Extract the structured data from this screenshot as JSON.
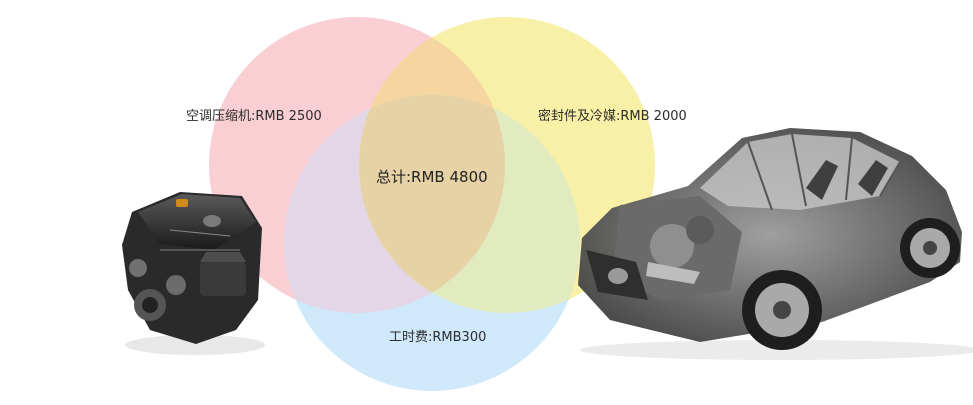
{
  "venn": {
    "sets": [
      {
        "label": "空调压缩机:RMB 2500",
        "color": "#f9cfd3"
      },
      {
        "label": "密封件及冷媒:RMB 2000",
        "color": "#f8f0a6"
      },
      {
        "label": "工时费:RMB300",
        "color": "#cfe9fa"
      }
    ],
    "overlap_colors": {
      "pink_yellow": "#f6d6a0",
      "pink_blue": "#e3d6e6",
      "yellow_blue": "#e2ebbf",
      "center": "#e6d2a4"
    },
    "total_label": "总计:RMB 4800"
  },
  "images": {
    "engine": "engine-image",
    "car": "car-cutaway-image"
  }
}
